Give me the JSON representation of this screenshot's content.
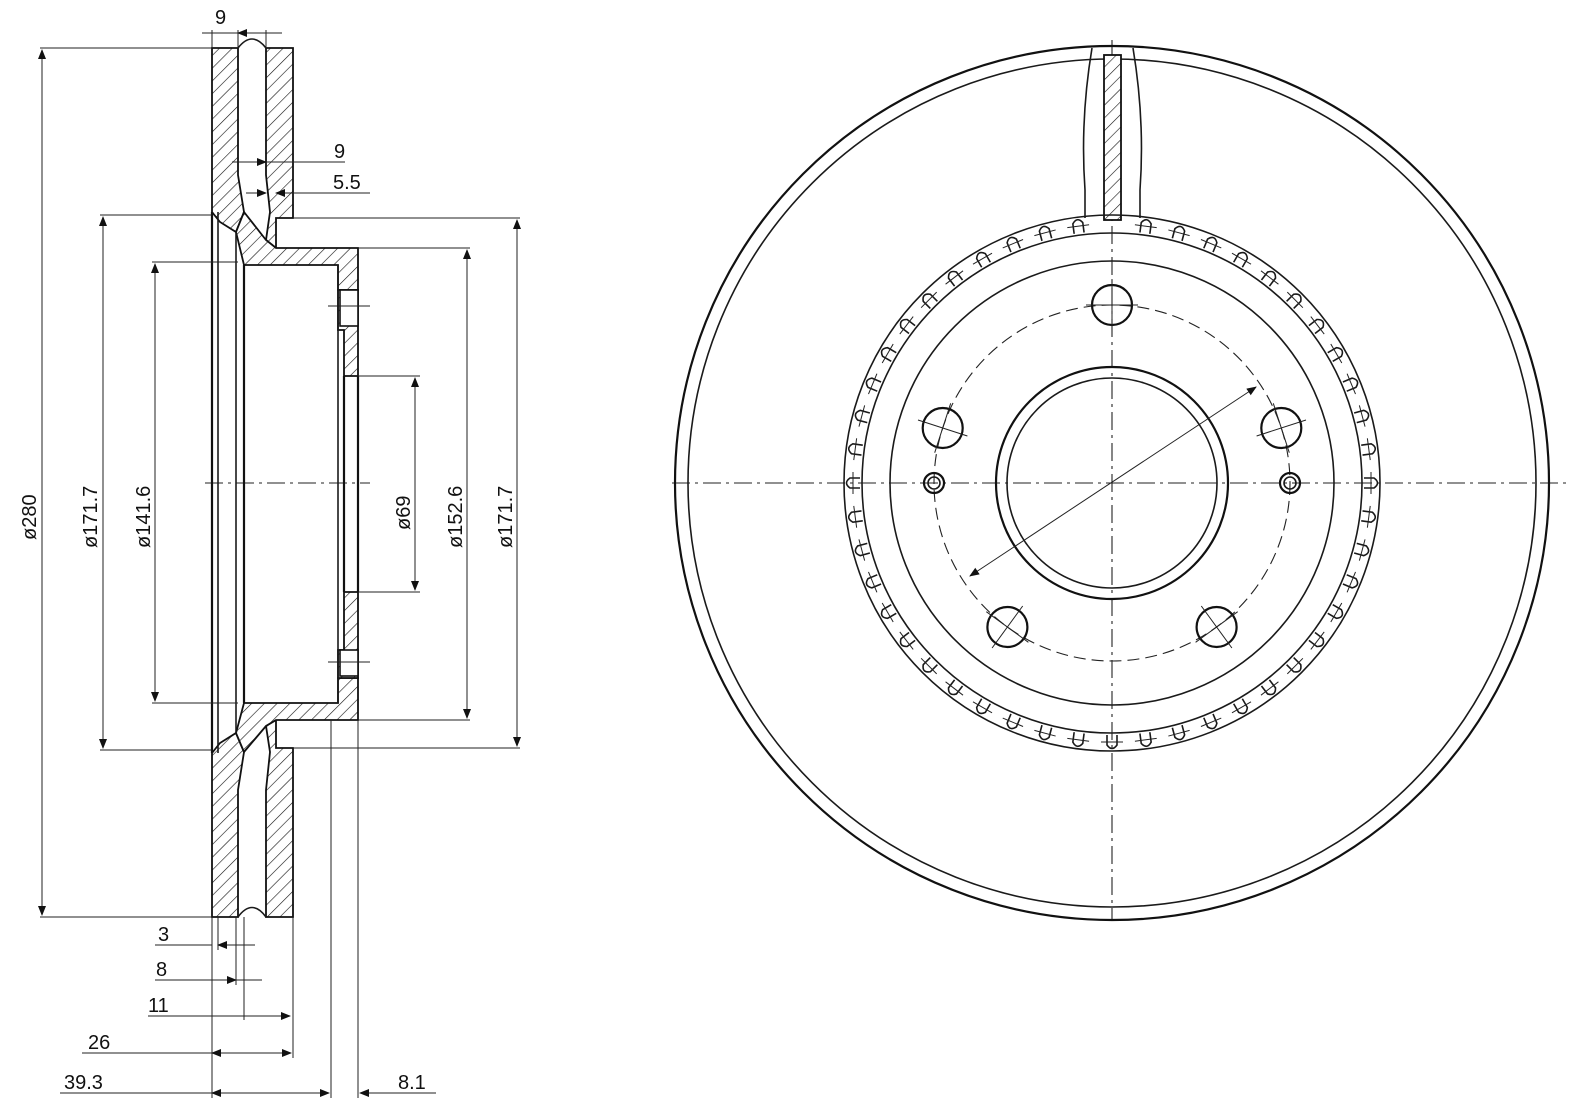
{
  "section_view": {
    "top_dims": [
      "9",
      "9",
      "5.5"
    ],
    "diameters": [
      "ø280",
      "ø171.7",
      "ø141.6",
      "ø69",
      "ø152.6",
      "ø171.7"
    ],
    "bottom_dims": [
      "3",
      "8",
      "11",
      "26",
      "39.3",
      "8.1"
    ]
  },
  "front_view": {
    "bolt_holes": 5,
    "abs_teeth": 48
  },
  "colors": {
    "ink": "#111111",
    "paper": "#ffffff"
  }
}
